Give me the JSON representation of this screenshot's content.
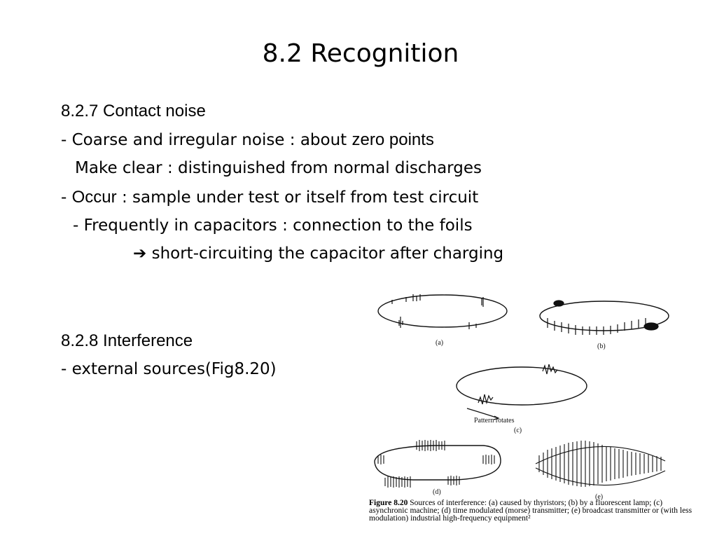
{
  "slide": {
    "title": "8.2 Recognition"
  },
  "section_contact": {
    "heading": "8.2.7 Contact noise",
    "line1_prefix": " - Coarse and irregular noise : about ",
    "line1_emphasis": "zero points",
    "line2": "Make clear : distinguished from normal discharges",
    "line3_prefix": "- ",
    "line3_emphasis": "Occur",
    "line3_suffix": " : sample under test or itself from test circuit",
    "line4": "- Frequently in capacitors : connection to the foils",
    "line5_arrow": "➔",
    "line5_text": " short-circuiting the capacitor after charging"
  },
  "section_interference": {
    "heading": "8.2.8 Interference",
    "line1": " - external sources(Fig8.20)"
  },
  "figure": {
    "label_a": "(a)",
    "label_b": "(b)",
    "label_c": "(c)",
    "label_d": "(d)",
    "label_e": "(e)",
    "pattern_rotates": "Pattern rotates",
    "caption_label": "Figure 8.20",
    "caption_text": " Sources of interference: (a) caused by thyristors; (b) by a fluorescent lamp; (c) asynchronic machine; (d) time modulated (morse) transmitter; (e) broadcast transmitter or (with less modulation) industrial high-frequency equipment²"
  }
}
